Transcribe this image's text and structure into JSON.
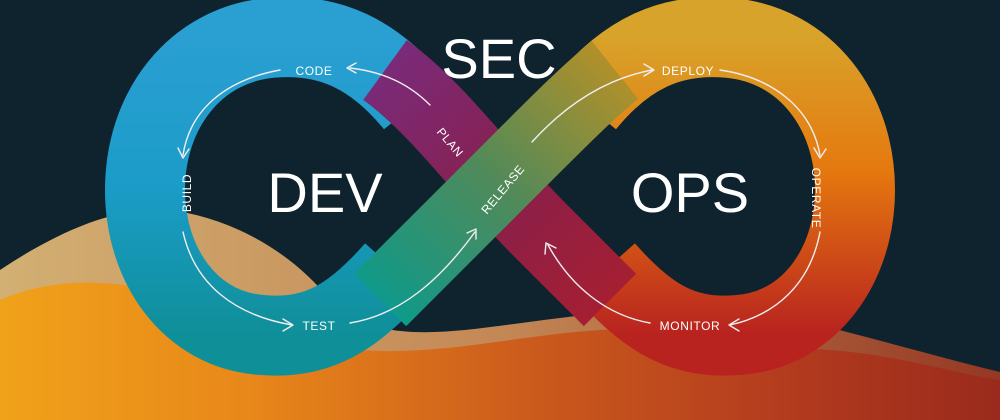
{
  "title": "SEC",
  "left_loop": {
    "heading": "DEV"
  },
  "right_loop": {
    "heading": "OPS"
  },
  "stages": {
    "plan": "PLAN",
    "code": "CODE",
    "build": "BUILD",
    "test": "TEST",
    "release": "RELEASE",
    "deploy": "DEPLOY",
    "operate": "OPERATE",
    "monitor": "MONITOR"
  },
  "colors": {
    "background": "#0f232e",
    "dev_loop_start": "#7a2a78",
    "dev_loop_mid": "#1f9fcf",
    "dev_loop_end": "#0f8f98",
    "ops_loop_start": "#d8a32a",
    "ops_loop_mid": "#e5780f",
    "ops_loop_end": "#b8221f",
    "release_band": "#6a7d3c",
    "plan_band": "#8a1f4a",
    "arrows": "#f1eef0"
  }
}
